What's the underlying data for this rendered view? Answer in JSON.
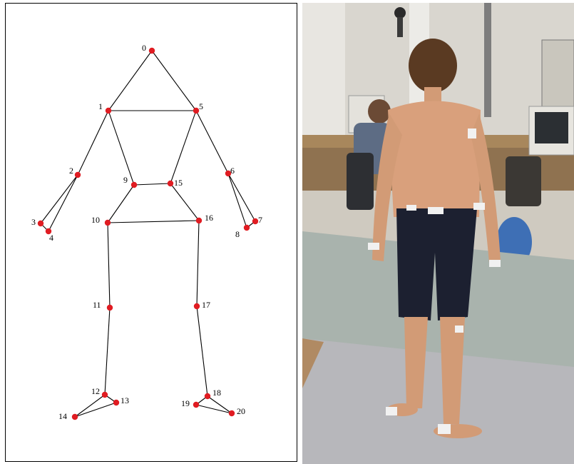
{
  "skeleton": {
    "joints": [
      {
        "id": "0",
        "label": "0"
      },
      {
        "id": "1",
        "label": "1"
      },
      {
        "id": "2",
        "label": "2"
      },
      {
        "id": "3",
        "label": "3"
      },
      {
        "id": "4",
        "label": "4"
      },
      {
        "id": "5",
        "label": "5"
      },
      {
        "id": "6",
        "label": "6"
      },
      {
        "id": "7",
        "label": "7"
      },
      {
        "id": "8",
        "label": "8"
      },
      {
        "id": "9",
        "label": "9"
      },
      {
        "id": "10",
        "label": "10"
      },
      {
        "id": "11",
        "label": "11"
      },
      {
        "id": "12",
        "label": "12"
      },
      {
        "id": "13",
        "label": "13"
      },
      {
        "id": "14",
        "label": "14"
      },
      {
        "id": "15",
        "label": "15"
      },
      {
        "id": "16",
        "label": "16"
      },
      {
        "id": "17",
        "label": "17"
      },
      {
        "id": "18",
        "label": "18"
      },
      {
        "id": "19",
        "label": "19"
      },
      {
        "id": "20",
        "label": "20"
      }
    ],
    "connections": [
      [
        "0",
        "1"
      ],
      [
        "0",
        "5"
      ],
      [
        "1",
        "5"
      ],
      [
        "1",
        "2"
      ],
      [
        "2",
        "3"
      ],
      [
        "2",
        "4"
      ],
      [
        "3",
        "4"
      ],
      [
        "5",
        "6"
      ],
      [
        "6",
        "7"
      ],
      [
        "6",
        "8"
      ],
      [
        "7",
        "8"
      ],
      [
        "1",
        "9"
      ],
      [
        "5",
        "15"
      ],
      [
        "9",
        "15"
      ],
      [
        "9",
        "10"
      ],
      [
        "15",
        "16"
      ],
      [
        "10",
        "16"
      ],
      [
        "10",
        "11"
      ],
      [
        "11",
        "12"
      ],
      [
        "12",
        "13"
      ],
      [
        "12",
        "14"
      ],
      [
        "13",
        "14"
      ],
      [
        "16",
        "17"
      ],
      [
        "17",
        "18"
      ],
      [
        "18",
        "19"
      ],
      [
        "18",
        "20"
      ],
      [
        "19",
        "20"
      ]
    ],
    "joint_color": "#e01c22",
    "line_color": "#000000"
  },
  "photo": {
    "subject": "boy standing barefoot, viewed from behind, with white motion-capture markers taped to his body, in a laboratory"
  }
}
